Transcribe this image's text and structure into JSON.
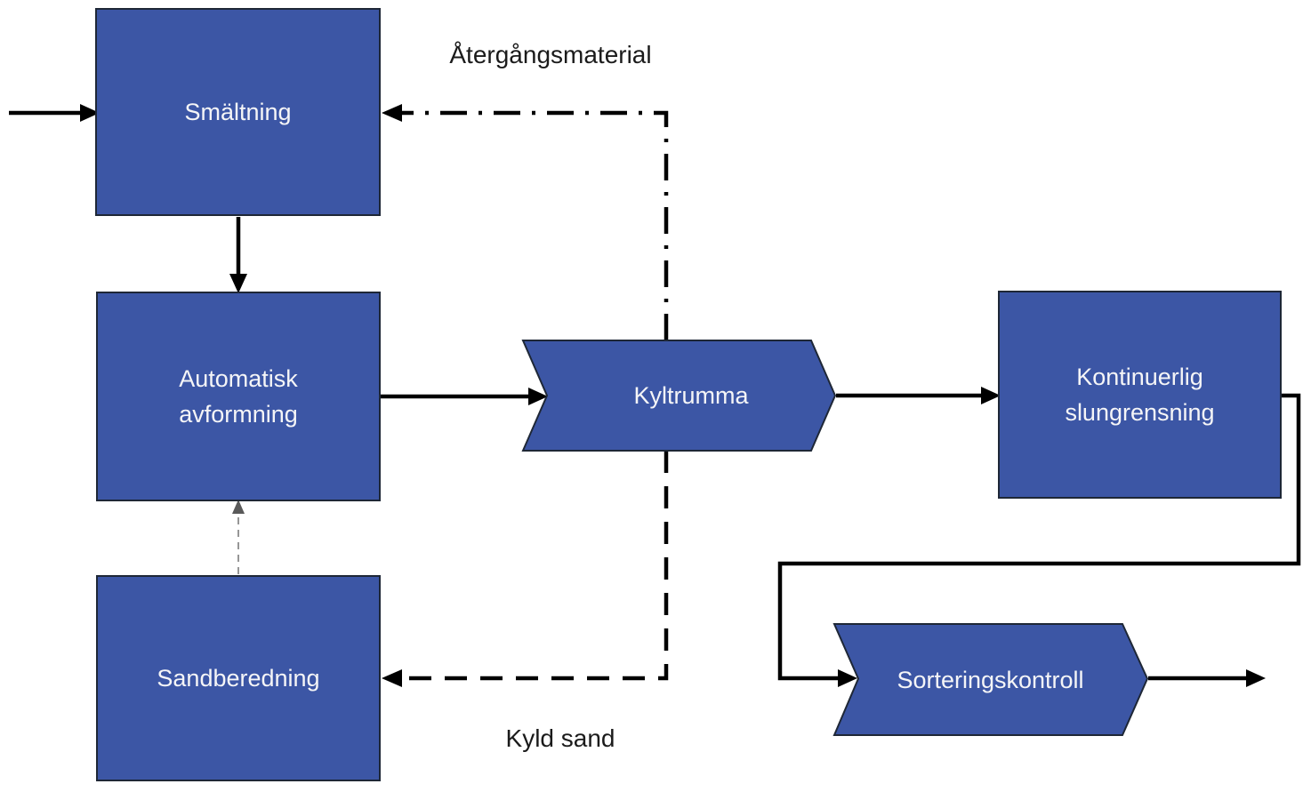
{
  "diagram": {
    "title": "Foundry process flow diagram",
    "language": "sv",
    "colors": {
      "background": "#ffffff",
      "node_fill": "#3c56a5",
      "node_border": "#1e2736",
      "node_text": "#f5f5f7",
      "line": "#000000",
      "muted_line": "#8a8a8a",
      "label_text": "#1b1b1b"
    },
    "nodes": {
      "smaltning": {
        "shape": "rectangle",
        "lines": [
          "Smältning"
        ]
      },
      "avformning": {
        "shape": "rectangle",
        "lines": [
          "Automatisk",
          "avformning"
        ]
      },
      "sandberedning": {
        "shape": "rectangle",
        "lines": [
          "Sandberedning"
        ]
      },
      "kyltrumma": {
        "shape": "chevron",
        "lines": [
          "Kyltrumma"
        ]
      },
      "slungrensning": {
        "shape": "rectangle",
        "lines": [
          "Kontinuerlig",
          "slungrensning"
        ]
      },
      "sorteringskontroll": {
        "shape": "chevron",
        "lines": [
          "Sorteringskontroll"
        ]
      }
    },
    "flow_labels": {
      "atergangsmaterial": "Återgångsmaterial",
      "kyld_sand": "Kyld sand"
    },
    "connectors": [
      {
        "id": "raw-material-in",
        "style": "solid-arrow",
        "from": "outside-left",
        "to": "smaltning"
      },
      {
        "id": "smaltning-to-avformning",
        "style": "solid-arrow",
        "from": "smaltning",
        "to": "avformning"
      },
      {
        "id": "avformning-to-kyltrumma",
        "style": "solid-arrow",
        "from": "avformning",
        "to": "kyltrumma"
      },
      {
        "id": "kyltrumma-to-slungrensning",
        "style": "solid-arrow",
        "from": "kyltrumma",
        "to": "slungrensning"
      },
      {
        "id": "slungrensning-to-sorteringskontroll",
        "style": "solid-elbow-arrow",
        "from": "slungrensning",
        "to": "sorteringskontroll"
      },
      {
        "id": "sorteringskontroll-out",
        "style": "solid-arrow",
        "from": "sorteringskontroll",
        "to": "outside-right"
      },
      {
        "id": "atergangsmaterial-return",
        "style": "dash-dot-arrow",
        "from": "kyltrumma",
        "to": "smaltning",
        "label": "Återgångsmaterial"
      },
      {
        "id": "kyld-sand-return",
        "style": "long-dash-arrow",
        "from": "kyltrumma",
        "to": "sandberedning",
        "label": "Kyld sand"
      },
      {
        "id": "sandberedning-to-avformning",
        "style": "fine-dash-gray-arrow",
        "from": "sandberedning",
        "to": "avformning"
      }
    ]
  }
}
